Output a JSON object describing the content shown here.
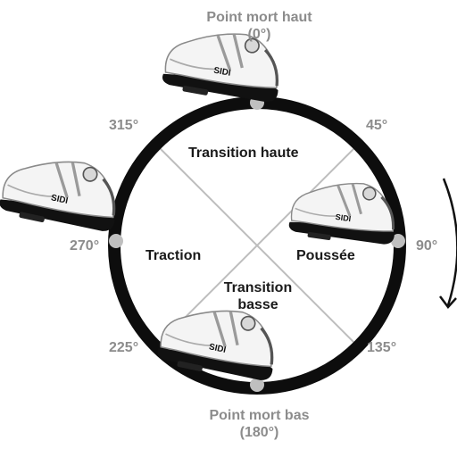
{
  "title_top": {
    "line1": "Point mort haut",
    "line2": "(0°)"
  },
  "title_bottom": {
    "line1": "Point mort bas",
    "line2": "(180°)"
  },
  "angles": {
    "a0": "0°",
    "a45": "45°",
    "a90": "90°",
    "a135": "135°",
    "a180": "180°",
    "a225": "225°",
    "a270": "270°",
    "a315": "315°"
  },
  "phases": {
    "upper": "Transition haute",
    "push": "Poussée",
    "pull": "Traction",
    "lower_line1": "Transition",
    "lower_line2": "basse"
  },
  "shoe_brand": "SIDI",
  "colors": {
    "ring": "#0d0d0d",
    "diagonal": "#bdbdbd",
    "angle_text": "#8c8c8c",
    "marker": "#bfbfbf",
    "shoe_upper": "#f4f4f4",
    "shoe_sole": "#111111"
  },
  "icons": {
    "shoes": "cycling-shoe-icon",
    "rotation": "clockwise-arrow-icon"
  }
}
